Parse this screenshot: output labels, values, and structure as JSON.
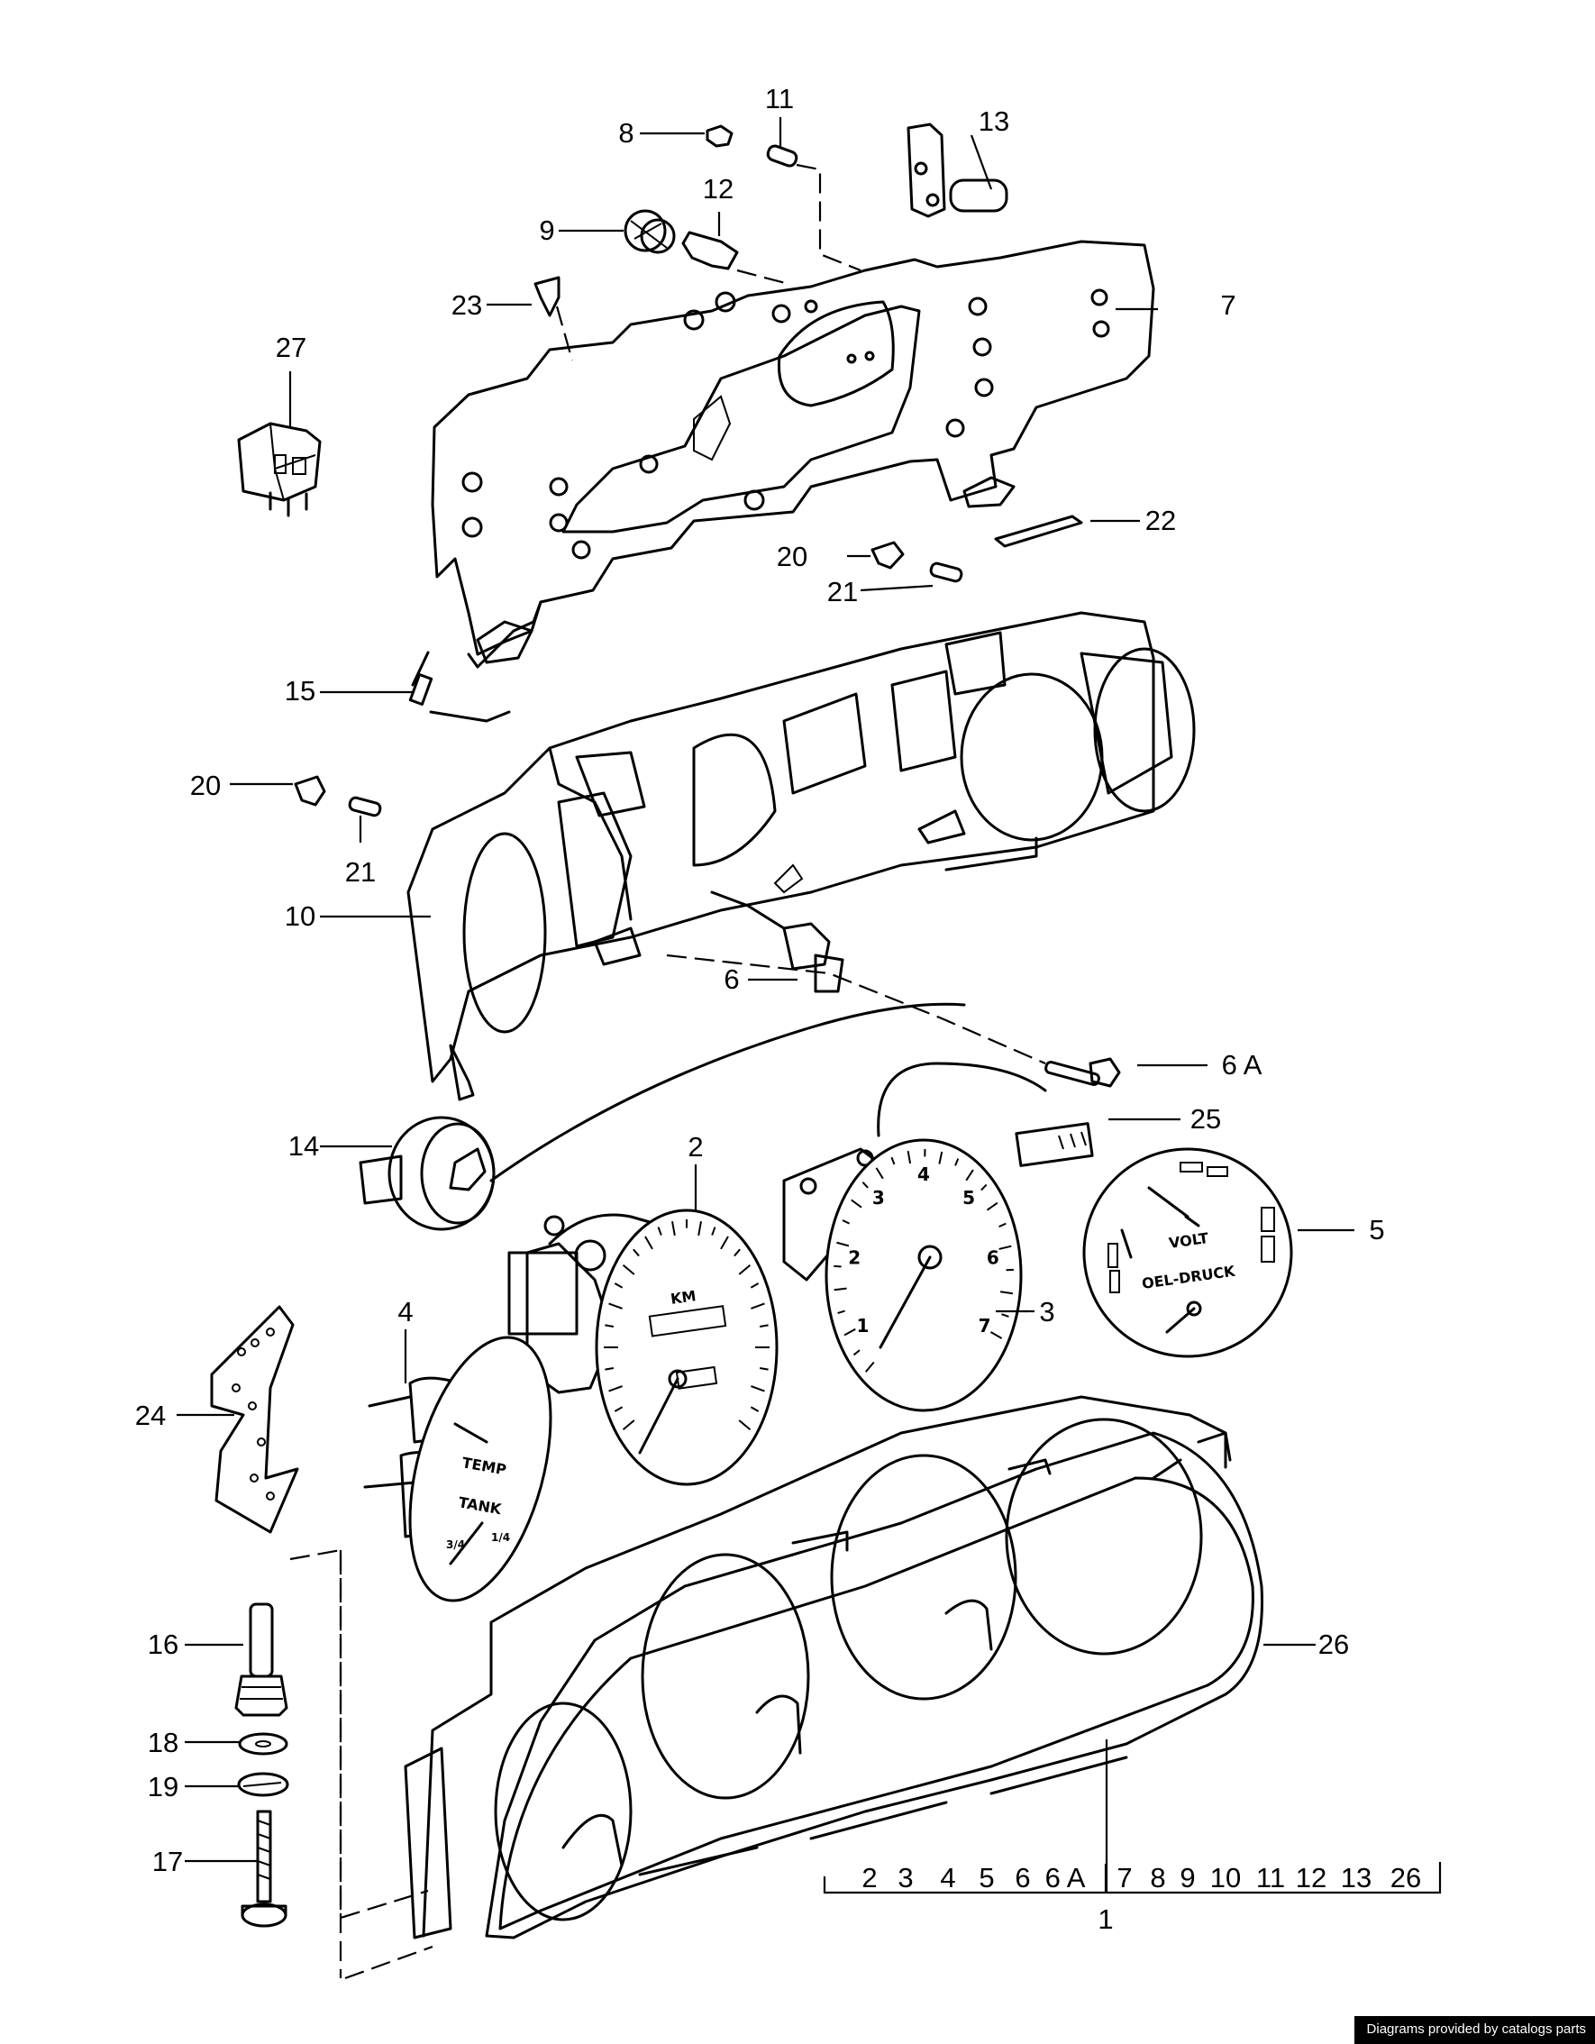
{
  "callouts": {
    "c1": "1",
    "c2": "2",
    "c3": "3",
    "c4": "4",
    "c5": "5",
    "c6": "6",
    "c6a": "6 A",
    "c7": "7",
    "c8": "8",
    "c9": "9",
    "c10": "10",
    "c11": "11",
    "c12": "12",
    "c13": "13",
    "c14": "14",
    "c15": "15",
    "c16": "16",
    "c17": "17",
    "c18": "18",
    "c19": "19",
    "c20a": "20",
    "c20b": "20",
    "c21a": "21",
    "c21b": "21",
    "c22": "22",
    "c23": "23",
    "c24": "24",
    "c25": "25",
    "c26": "26",
    "c27": "27"
  },
  "assembly_contents": [
    "2",
    "3",
    "4",
    "5",
    "6",
    "6 A",
    "7",
    "8",
    "9",
    "10",
    "11",
    "12",
    "13",
    "26"
  ],
  "gauge_text": {
    "km": "KM",
    "temp": "TEMP",
    "tank": "TANK",
    "volt": "VOLT",
    "oil_pressure": "OEL-DRUCK",
    "tach_numbers": [
      "1",
      "2",
      "3",
      "4",
      "5",
      "6",
      "7"
    ],
    "fuel_fractions": [
      "3/4",
      "1/4"
    ]
  },
  "credit": "Diagrams provided by catalogs parts"
}
